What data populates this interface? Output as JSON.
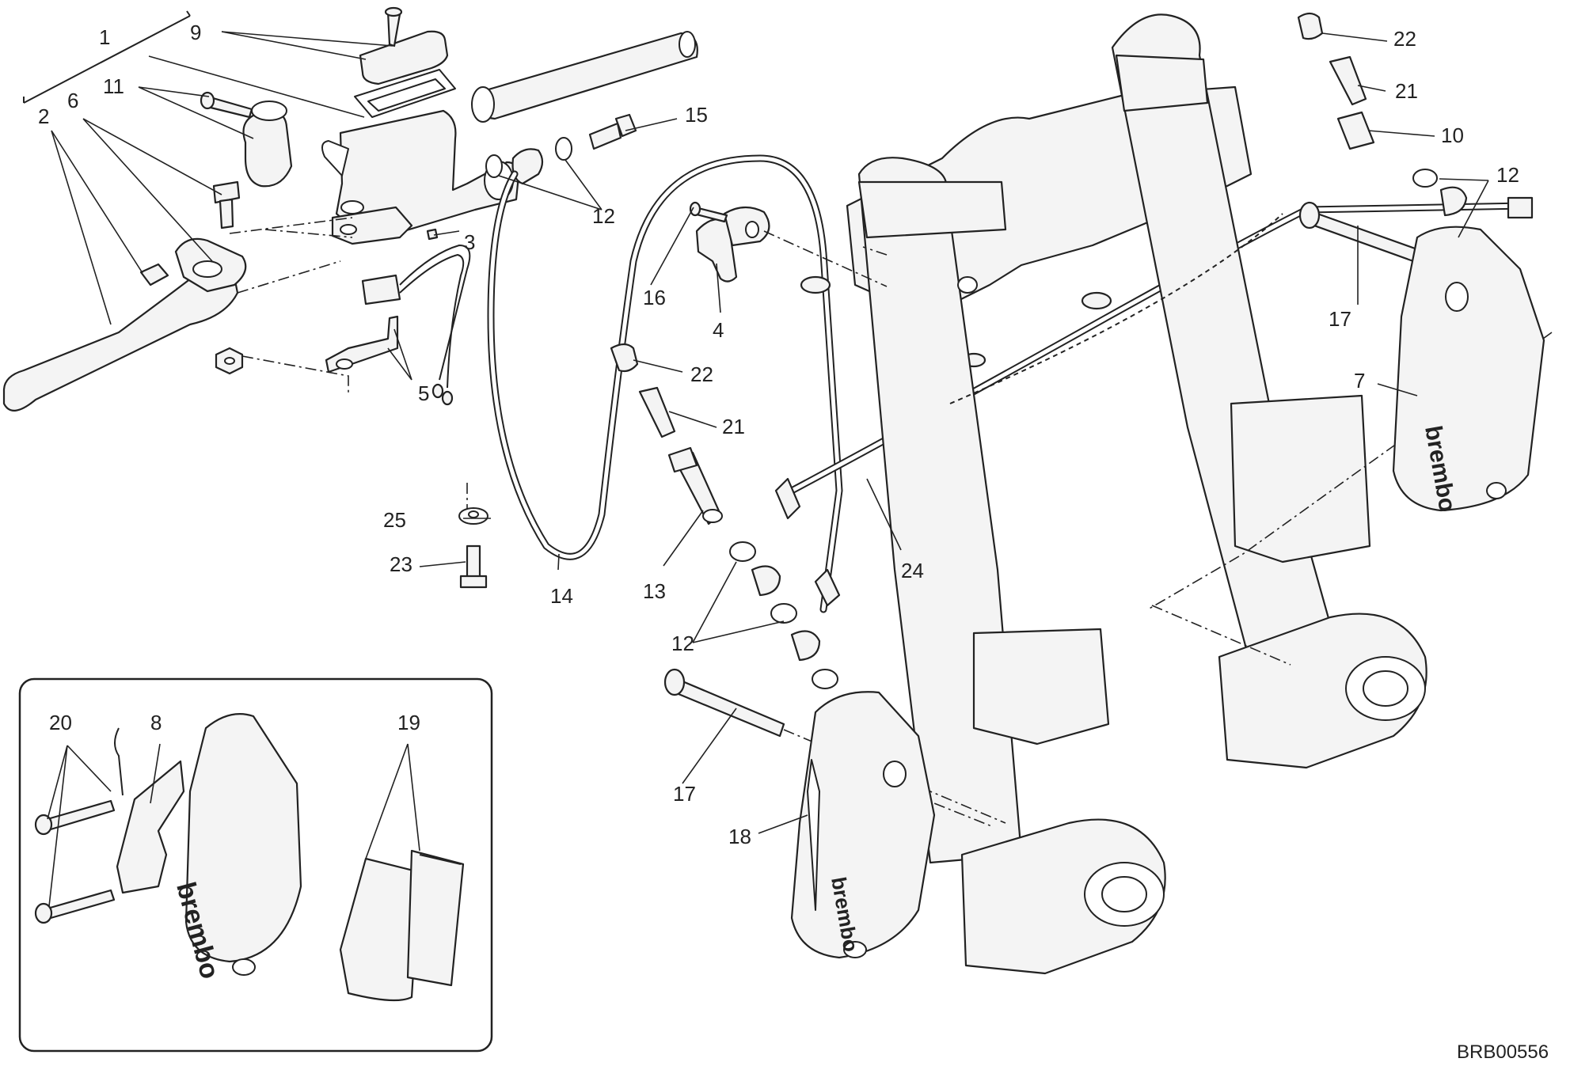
{
  "diagram": {
    "drawing_code": "BRB00556",
    "callouts": [
      {
        "id": "c1",
        "label": "1"
      },
      {
        "id": "c2",
        "label": "2"
      },
      {
        "id": "c3",
        "label": "3"
      },
      {
        "id": "c4",
        "label": "4"
      },
      {
        "id": "c5",
        "label": "5"
      },
      {
        "id": "c6",
        "label": "6"
      },
      {
        "id": "c7",
        "label": "7"
      },
      {
        "id": "c8",
        "label": "8"
      },
      {
        "id": "c9",
        "label": "9"
      },
      {
        "id": "c10",
        "label": "10"
      },
      {
        "id": "c11",
        "label": "11"
      },
      {
        "id": "c12a",
        "label": "12"
      },
      {
        "id": "c12b",
        "label": "12"
      },
      {
        "id": "c12c",
        "label": "12"
      },
      {
        "id": "c13",
        "label": "13"
      },
      {
        "id": "c14",
        "label": "14"
      },
      {
        "id": "c15",
        "label": "15"
      },
      {
        "id": "c16",
        "label": "16"
      },
      {
        "id": "c17a",
        "label": "17"
      },
      {
        "id": "c17b",
        "label": "17"
      },
      {
        "id": "c18",
        "label": "18"
      },
      {
        "id": "c19",
        "label": "19"
      },
      {
        "id": "c20",
        "label": "20"
      },
      {
        "id": "c21a",
        "label": "21"
      },
      {
        "id": "c21b",
        "label": "21"
      },
      {
        "id": "c22a",
        "label": "22"
      },
      {
        "id": "c22b",
        "label": "22"
      },
      {
        "id": "c23",
        "label": "23"
      },
      {
        "id": "c24",
        "label": "24"
      },
      {
        "id": "c25",
        "label": "25"
      }
    ],
    "caliper_brand_marks": [
      "brembo",
      "brembo",
      "brembo"
    ]
  }
}
